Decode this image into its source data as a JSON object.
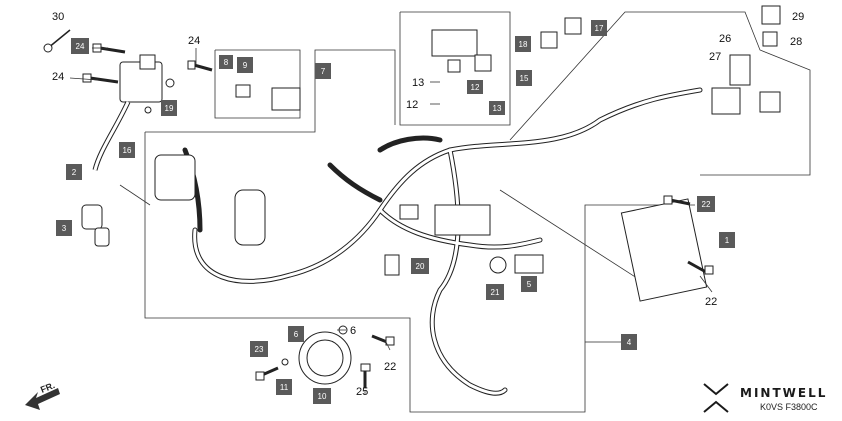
{
  "callouts": {
    "boxed": {
      "p1": "1",
      "p2": "2",
      "p3": "3",
      "p4": "4",
      "p5": "5",
      "p6": "6",
      "p7": "7",
      "p8": "8",
      "p9": "9",
      "p10": "10",
      "p11": "11",
      "p12": "12",
      "p13": "13",
      "p15": "15",
      "p16": "16",
      "p17": "17",
      "p18": "18",
      "p19": "19",
      "p20": "20",
      "p21": "21",
      "p22": "22",
      "p23": "23",
      "p24": "24"
    },
    "plain": {
      "n30": "30",
      "n24a": "24",
      "n24b": "24",
      "n6": "6",
      "n22a": "22",
      "n22b": "22",
      "n25": "25",
      "n13": "13",
      "n12": "12",
      "n26": "26",
      "n27": "27",
      "n28": "28",
      "n29": "29"
    }
  },
  "direction_label": "FR.",
  "brand": {
    "name": "MINTWELL",
    "code": "K0VS F3800C"
  },
  "colors": {
    "tag_bg": "#5a5a5a",
    "line": "#2a2a2a"
  }
}
